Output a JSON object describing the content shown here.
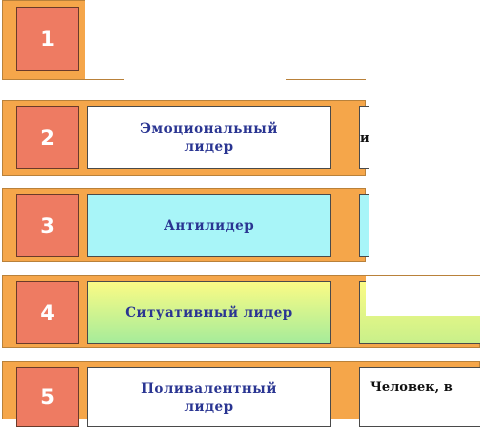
{
  "rows": [
    {
      "number": "1",
      "label": "",
      "description": ""
    },
    {
      "number": "2",
      "label": "Эмоциональный лидер",
      "description": "и"
    },
    {
      "number": "3",
      "label": "Антилидер",
      "description": ""
    },
    {
      "number": "4",
      "label": "Ситуативный лидер",
      "description": ""
    },
    {
      "number": "5",
      "label": "Поливалентный лидер",
      "description": "Человек, в"
    }
  ],
  "colors": {
    "row_background": "#f5a64a",
    "number_box": "#ee7b62",
    "label_text": "#2a3592",
    "label_emotional": "#ffffff",
    "label_anti": "#a8f5f8",
    "label_situational_top": "#fbfb85",
    "label_situational_bottom": "#a6ec9a",
    "label_polyvalent": "#ffffff"
  }
}
